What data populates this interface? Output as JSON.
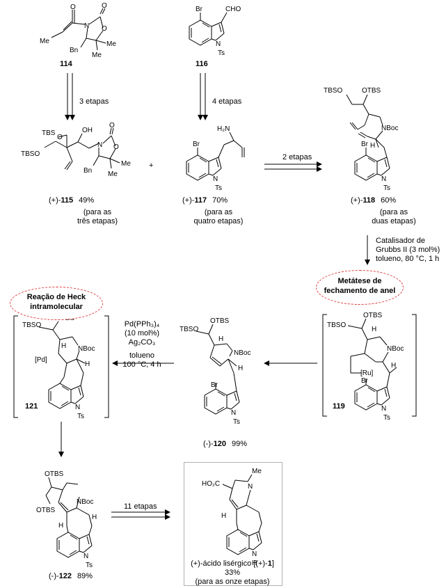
{
  "compounds": {
    "c114": {
      "number": "114"
    },
    "c116": {
      "number": "116"
    },
    "c115": {
      "prefix": "(+)-",
      "number": "115",
      "yield": "49%",
      "note": [
        "(para as",
        "três etapas)"
      ]
    },
    "c117": {
      "prefix": "(+)-",
      "number": "117",
      "yield": "70%",
      "note": [
        "(para as",
        "quatro etapas)"
      ]
    },
    "c118": {
      "prefix": "(+)-",
      "number": "118",
      "yield": "60%",
      "note": [
        "(para as",
        "duas etapas)"
      ]
    },
    "c119": {
      "number": "119"
    },
    "c120": {
      "prefix": "(-)-",
      "number": "120",
      "yield": "99%"
    },
    "c121": {
      "number": "121"
    },
    "c122": {
      "prefix": "(-)-",
      "number": "122",
      "yield": "89%"
    },
    "product": {
      "name_prefix": "(+)-ácido lisérgico [(+)-",
      "number": "1",
      "name_suffix": "]",
      "yield": "33%",
      "note": "(para as onze etapas)"
    }
  },
  "arrows": {
    "a114": "3 etapas",
    "a116": "4 etapas",
    "coupling": "2 etapas",
    "rcm": [
      "Catalisador de",
      "Grubbs II (3 mol%)",
      "tolueno, 80 °C, 1 h"
    ],
    "heck": [
      "Pd(PPh₃)₄",
      "(10 mol%)",
      "Ag₂CO₃",
      "tolueno",
      "100 °C, 4 h"
    ],
    "final": "11 etapas"
  },
  "plus": "+",
  "highlights": {
    "rcm": [
      "Metátese de",
      "fechamento de anel"
    ],
    "heck": [
      "Reação de Heck",
      "intramolecular"
    ]
  },
  "atoms": {
    "O": "O",
    "N": "N",
    "Me": "Me",
    "Bn": "Bn",
    "Br": "Br",
    "CHO": "CHO",
    "Ts": "Ts",
    "TBSO": "TBSO",
    "OTBS": "OTBS",
    "OH": "OH",
    "H": "H",
    "H2N": "H₂N",
    "NBoc": "NBoc",
    "Ru": "[Ru]",
    "Pd": "[Pd]",
    "HO2C": "HO₂C",
    "NH": "H"
  },
  "colors": {
    "highlight": "#e03a3a",
    "box": "#b0b0b0"
  }
}
